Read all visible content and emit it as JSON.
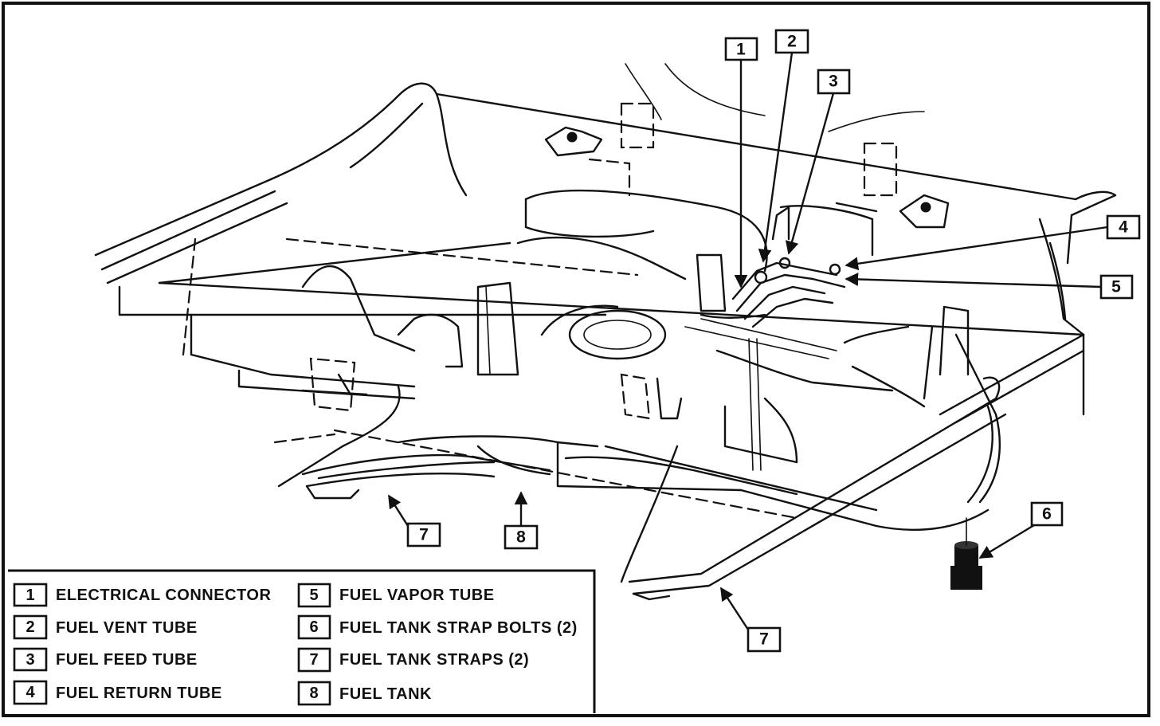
{
  "callouts": [
    {
      "id": "c1",
      "text": "1"
    },
    {
      "id": "c2",
      "text": "2"
    },
    {
      "id": "c3",
      "text": "3"
    },
    {
      "id": "c4",
      "text": "4"
    },
    {
      "id": "c5",
      "text": "5"
    },
    {
      "id": "c6",
      "text": "6"
    },
    {
      "id": "c7a",
      "text": "7"
    },
    {
      "id": "c7b",
      "text": "7"
    },
    {
      "id": "c8",
      "text": "8"
    }
  ],
  "legend": [
    {
      "num": "1",
      "label": "ELECTRICAL CONNECTOR"
    },
    {
      "num": "2",
      "label": "FUEL VENT TUBE"
    },
    {
      "num": "3",
      "label": "FUEL FEED TUBE"
    },
    {
      "num": "4",
      "label": "FUEL RETURN TUBE"
    },
    {
      "num": "5",
      "label": "FUEL VAPOR TUBE"
    },
    {
      "num": "6",
      "label": "FUEL TANK STRAP BOLTS (2)"
    },
    {
      "num": "7",
      "label": "FUEL TANK STRAPS (2)"
    },
    {
      "num": "8",
      "label": "FUEL TANK"
    }
  ]
}
